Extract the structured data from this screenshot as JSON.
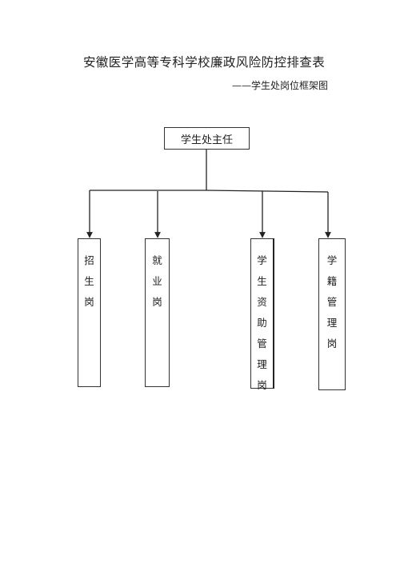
{
  "document": {
    "title": "安徽医学高等专科学校廉政风险防控排查表",
    "subtitle": "——学生处岗位框架图"
  },
  "org_chart": {
    "root": {
      "label": "学生处主任"
    },
    "children": [
      {
        "label": "招生岗"
      },
      {
        "label": "就业岗"
      },
      {
        "label": "学生资助管理岗"
      },
      {
        "label": "学籍管理岗"
      }
    ]
  }
}
